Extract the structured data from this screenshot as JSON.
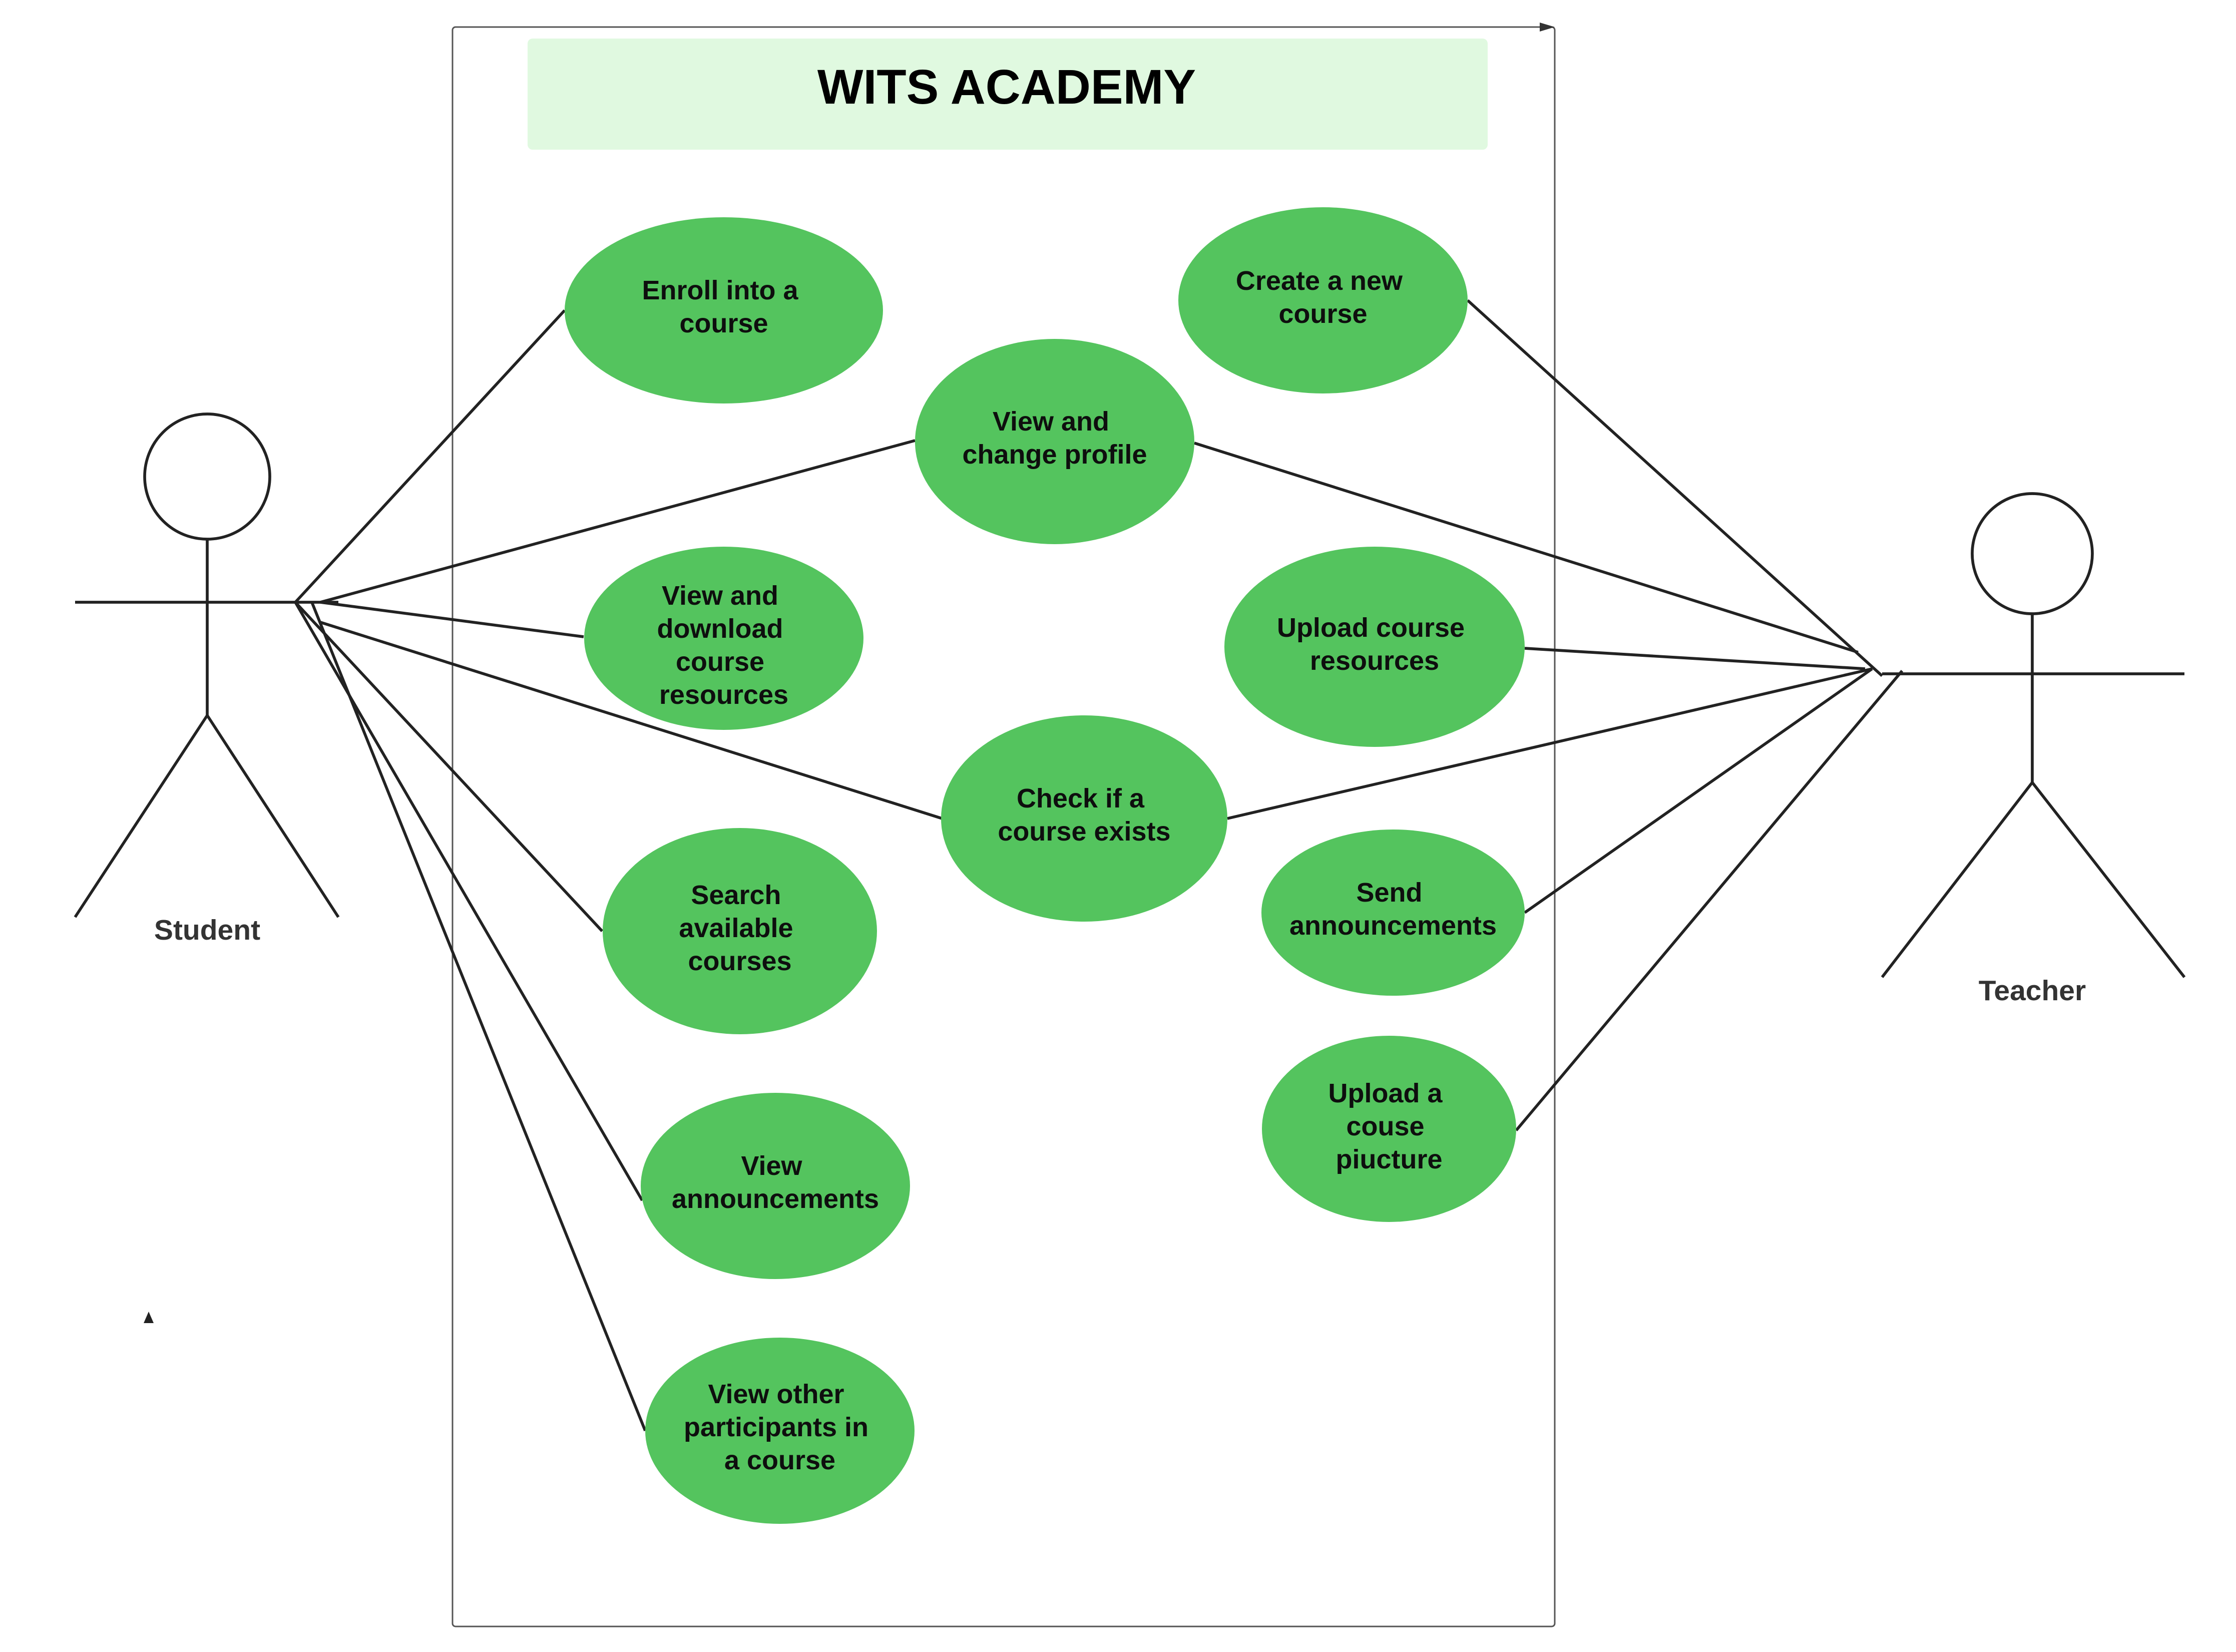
{
  "system": {
    "title": "WITS ACADEMY",
    "title_background": "#e0f9e0"
  },
  "actors": {
    "student": {
      "label": "Student"
    },
    "teacher": {
      "label": "Teacher"
    }
  },
  "use_cases": {
    "enroll": {
      "lines": [
        "Enroll into a",
        "course"
      ]
    },
    "profile": {
      "lines": [
        "View and",
        "change profile"
      ]
    },
    "download": {
      "lines": [
        "View and",
        "download",
        "course",
        "resources"
      ]
    },
    "check": {
      "lines": [
        "Check if a",
        "course exists"
      ]
    },
    "search": {
      "lines": [
        "Search",
        "available",
        "courses"
      ]
    },
    "view_ann": {
      "lines": [
        "View",
        "announcements"
      ]
    },
    "participants": {
      "lines": [
        "View other",
        "participants in",
        "a course"
      ]
    },
    "create": {
      "lines": [
        "Create a new",
        "course"
      ]
    },
    "upload_res": {
      "lines": [
        "Upload course",
        "resources"
      ]
    },
    "send_ann": {
      "lines": [
        "Send",
        "announcements"
      ]
    },
    "upload_pic": {
      "lines": [
        "Upload a",
        "couse",
        "piucture"
      ]
    }
  },
  "associations": {
    "student": [
      "enroll",
      "profile",
      "download",
      "check",
      "search",
      "view_ann",
      "participants"
    ],
    "teacher": [
      "create",
      "profile",
      "upload_res",
      "check",
      "send_ann",
      "upload_pic"
    ]
  },
  "colors": {
    "use_case_fill": "#54c45e",
    "line": "#222222"
  }
}
